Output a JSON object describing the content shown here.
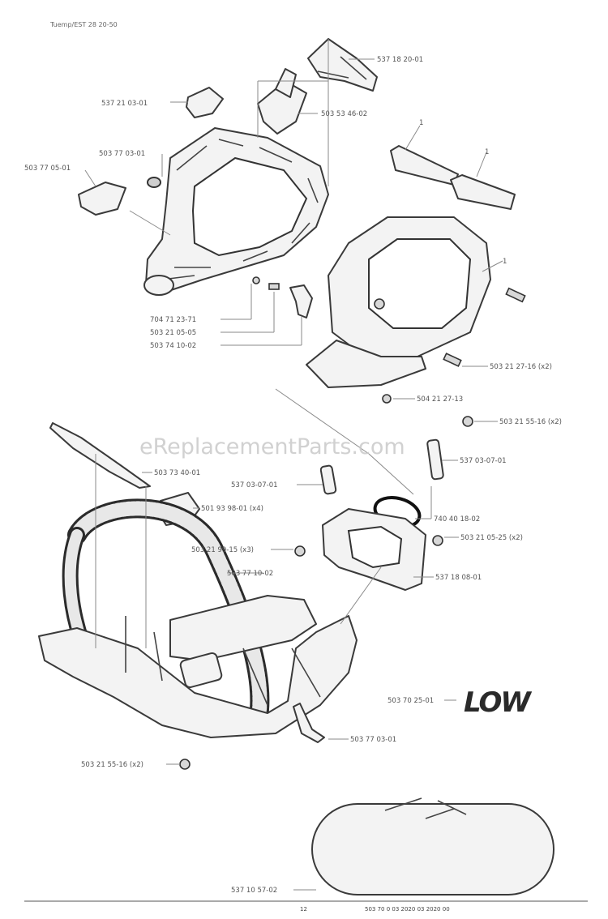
{
  "header": {
    "ref": "Tuemp/EST 28 20-50"
  },
  "watermark": "eReplacementParts.com",
  "logo": {
    "text": "LOW"
  },
  "labels": {
    "p01": "537 18 20-01",
    "p02": "537 21 03-01",
    "p03": "503 53 46-02",
    "p04": "503 77 03-01",
    "p05": "503 77 05-01",
    "p06": "1",
    "p07": "1",
    "p08": "704 71 23-71",
    "p09": "503 21 05-05",
    "p10": "503 74 10-02",
    "p11": "1",
    "p12": "503 21 27-16 (x2)",
    "p13": "504 21 27-13",
    "p14": "503 21 55-16 (x2)",
    "p15": "537 03-07-01",
    "p16": "503 73 40-01",
    "p17": "537 03-07-01",
    "p18": "501 93 98-01 (x4)",
    "p19": "503 21 99-15 (x3)",
    "p20": "740 40 18-02",
    "p21": "503 21 05-25 (x2)",
    "p22": "503 77 10-02",
    "p23": "537 18 08-01",
    "p24": "503 70 25-01",
    "p25": "503 77 03-01",
    "p26": "503 21 55-16 (x2)",
    "p27": "537 10 57-02"
  },
  "footer": {
    "page": "12",
    "code": "503 70 0 03 2020 03 2020 00"
  }
}
